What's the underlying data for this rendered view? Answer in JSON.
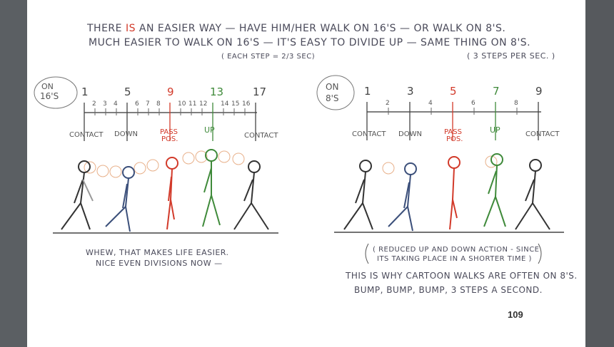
{
  "header": {
    "line1_pre": "THERE ",
    "line1_emph": "IS",
    "line1_post": " AN EASIER WAY — HAVE HIM/HER WALK ON 16'S — OR WALK ON 8'S.",
    "line2": "MUCH EASIER TO WALK ON 16'S — IT'S EASY TO DIVIDE UP — SAME THING ON 8'S.",
    "note_left": "( EACH STEP = 2/3 SEC)",
    "note_right": "( 3 STEPS PER SEC. )"
  },
  "left_diagram": {
    "badge": "ON 16'S",
    "keys": [
      "1",
      "5",
      "9",
      "13",
      "17"
    ],
    "small_ticks": [
      "2",
      "3",
      "4",
      "6",
      "7",
      "8",
      "10",
      "11",
      "12",
      "14",
      "15",
      "16"
    ],
    "labels": [
      "CONTACT",
      "DOWN",
      "PASS POS.",
      "UP",
      "CONTACT"
    ],
    "caption_line1": "WHEW, THAT MAKES LIFE EASIER.",
    "caption_line2": "NICE EVEN DIVISIONS NOW —"
  },
  "right_diagram": {
    "badge": "ON 8'S",
    "keys": [
      "1",
      "3",
      "5",
      "7",
      "9"
    ],
    "small_ticks": [
      "2",
      "4",
      "6",
      "8"
    ],
    "labels": [
      "CONTACT",
      "DOWN",
      "PASS POS.",
      "UP",
      "CONTACT"
    ],
    "caption_line1": "( REDUCED UP AND DOWN ACTION - SINCE",
    "caption_line2": "ITS TAKING PLACE IN A SHORTER TIME )",
    "caption_line3": "THIS IS WHY CARTOON WALKS ARE OFTEN ON 8'S.",
    "caption_line4": "BUMP, BUMP, BUMP, 3 STEPS A SECOND."
  },
  "footer": {
    "page_number": "109"
  },
  "colors": {
    "ink": "#4a4a5a",
    "red": "#d23a2a",
    "green": "#3f8a3a",
    "blue": "#3b4f7a",
    "peach": "#e8a070",
    "sidebar": "#5b5f63"
  }
}
